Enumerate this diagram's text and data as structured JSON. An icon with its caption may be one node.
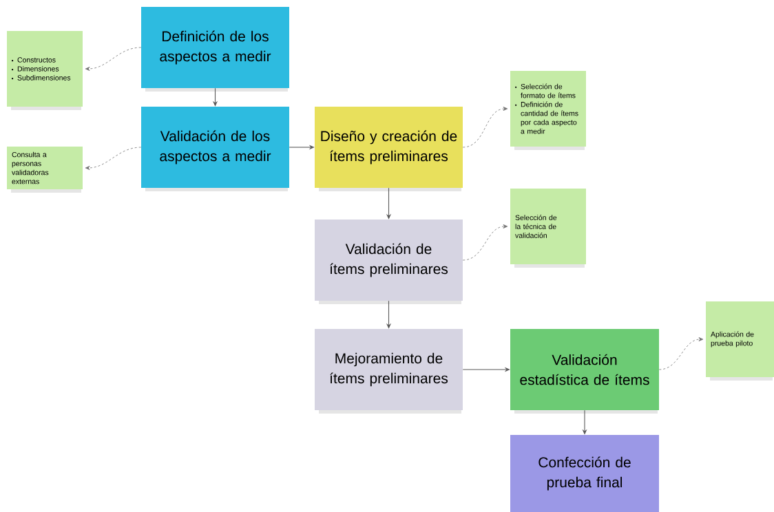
{
  "diagram": {
    "nodes": [
      {
        "text": [
          "Definición de los aspectos a medir"
        ]
      },
      {
        "text": [
          "Constructos",
          "Dimensiones",
          "Subdimensiones"
        ]
      },
      {
        "text": [
          "Validación de los aspectos a medir"
        ]
      },
      {
        "text": [
          "Consulta a personas validadoras externas"
        ]
      },
      {
        "text": [
          "Diseño y creación de ítems preliminares"
        ]
      },
      {
        "text": [
          "Selección de formato de ítems",
          "Definición de cantidad de ítems por cada aspecto a medir"
        ]
      },
      {
        "text": [
          "Validación de ítems preliminares"
        ]
      },
      {
        "text": [
          "Selección de la técnica de validación"
        ]
      },
      {
        "text": [
          "Mejoramiento de ítems preliminares"
        ]
      },
      {
        "text": [
          "Validación estadística de ítems"
        ]
      },
      {
        "text": [
          "Aplicación de prueba piloto"
        ]
      },
      {
        "text": [
          "Confección de prueba final"
        ]
      }
    ],
    "edges": [
      {
        "from": 0,
        "to": 1,
        "arrow": "to",
        "style": "dashed"
      },
      {
        "from": 0,
        "to": 2,
        "arrow": "to"
      },
      {
        "from": 2,
        "to": 3,
        "arrow": "to",
        "style": "dashed"
      },
      {
        "from": 2,
        "to": 4,
        "arrow": "to"
      },
      {
        "from": 4,
        "to": 5,
        "arrow": "to",
        "style": "dashed"
      },
      {
        "from": 4,
        "to": 6,
        "arrow": "to"
      },
      {
        "from": 6,
        "to": 7,
        "arrow": "to",
        "style": "dashed"
      },
      {
        "from": 6,
        "to": 8,
        "arrow": "to"
      },
      {
        "from": 8,
        "to": 9,
        "arrow": "to"
      },
      {
        "from": 9,
        "to": 10,
        "arrow": "to",
        "style": "dashed"
      },
      {
        "from": 9,
        "to": 11,
        "arrow": "to"
      }
    ]
  }
}
